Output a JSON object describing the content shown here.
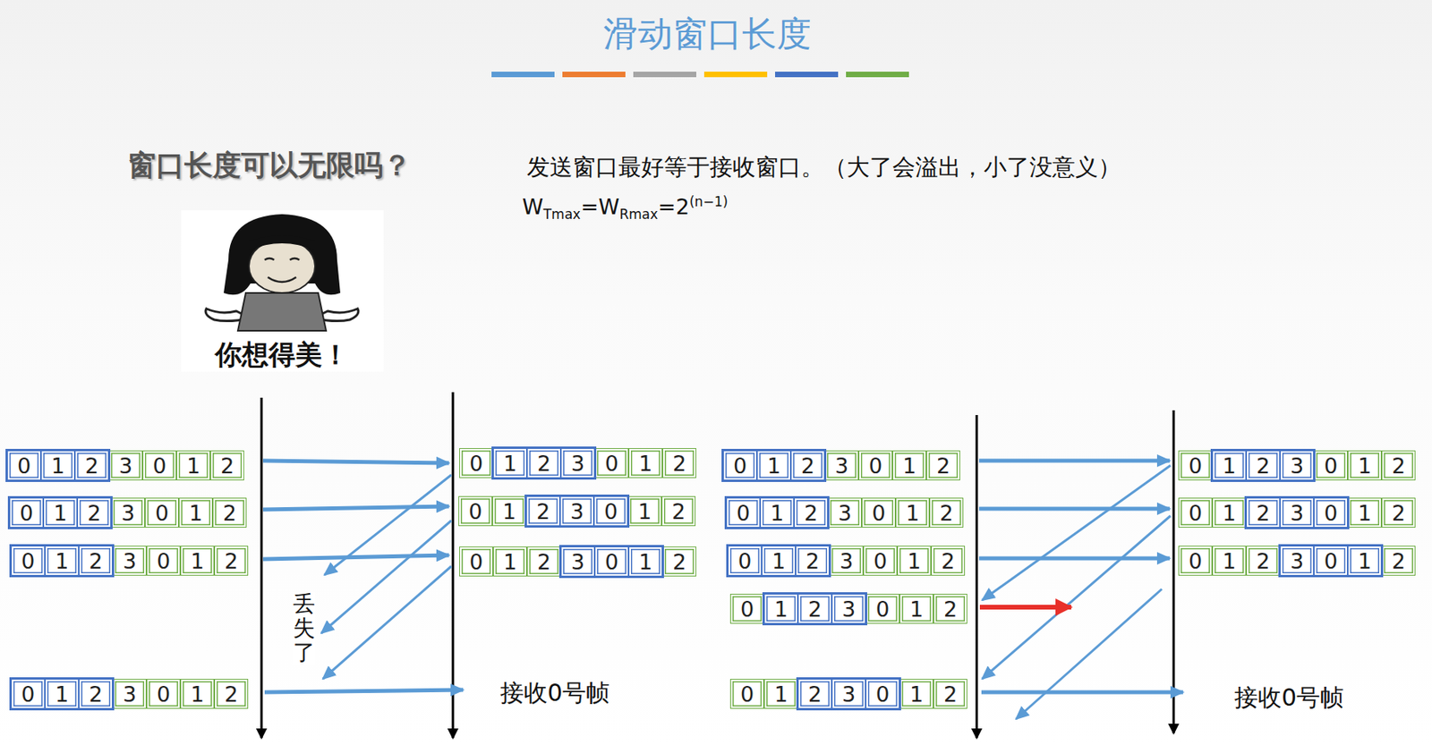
{
  "diagram": {
    "title": "滑动窗口长度",
    "nodes": [
      {
        "text": [
          "0"
        ]
      },
      {
        "text": [
          "1"
        ]
      },
      {
        "text": [
          "2"
        ]
      },
      {
        "text": [
          "3"
        ]
      },
      {
        "text": [
          "0"
        ]
      },
      {
        "text": [
          "1"
        ]
      },
      {
        "text": [
          "2"
        ]
      },
      {
        "text": [
          "0"
        ]
      },
      {
        "text": [
          "1"
        ]
      },
      {
        "text": [
          "2"
        ]
      },
      {
        "text": [
          "3"
        ]
      },
      {
        "text": [
          "0"
        ]
      },
      {
        "text": [
          "1"
        ]
      },
      {
        "text": [
          "2"
        ]
      },
      {
        "text": [
          "0"
        ]
      },
      {
        "text": [
          "1"
        ]
      },
      {
        "text": [
          "2"
        ]
      },
      {
        "text": [
          "3"
        ]
      },
      {
        "text": [
          "0"
        ]
      },
      {
        "text": [
          "1"
        ]
      },
      {
        "text": [
          "2"
        ]
      },
      {
        "text": [
          "0"
        ]
      },
      {
        "text": [
          "1"
        ]
      },
      {
        "text": [
          "2"
        ]
      },
      {
        "text": [
          "3"
        ]
      },
      {
        "text": [
          "0"
        ]
      },
      {
        "text": [
          "1"
        ]
      },
      {
        "text": [
          "2"
        ]
      },
      {
        "text": [
          "0"
        ]
      },
      {
        "text": [
          "1"
        ]
      },
      {
        "text": [
          "2"
        ]
      },
      {
        "text": [
          "3"
        ]
      },
      {
        "text": [
          "0"
        ]
      },
      {
        "text": [
          "1"
        ]
      },
      {
        "text": [
          "2"
        ]
      },
      {
        "text": [
          "0"
        ]
      },
      {
        "text": [
          "1"
        ]
      },
      {
        "text": [
          "2"
        ]
      },
      {
        "text": [
          "3"
        ]
      },
      {
        "text": [
          "0"
        ]
      },
      {
        "text": [
          "1"
        ]
      },
      {
        "text": [
          "2"
        ]
      },
      {
        "text": [
          "0"
        ]
      },
      {
        "text": [
          "1"
        ]
      },
      {
        "text": [
          "2"
        ]
      },
      {
        "text": [
          "3"
        ]
      },
      {
        "text": [
          "0"
        ]
      },
      {
        "text": [
          "1"
        ]
      },
      {
        "text": [
          "2"
        ]
      },
      {
        "text": [
          "0"
        ]
      },
      {
        "text": [
          "1"
        ]
      },
      {
        "text": [
          "2"
        ]
      },
      {
        "text": [
          "3"
        ]
      },
      {
        "text": [
          "0"
        ]
      },
      {
        "text": [
          "1"
        ]
      },
      {
        "text": [
          "2"
        ]
      },
      {
        "text": [
          "0"
        ]
      },
      {
        "text": [
          "1"
        ]
      },
      {
        "text": [
          "2"
        ]
      },
      {
        "text": [
          "3"
        ]
      },
      {
        "text": [
          "0"
        ]
      },
      {
        "text": [
          "1"
        ]
      },
      {
        "text": [
          "2"
        ]
      },
      {
        "text": [
          "0"
        ]
      },
      {
        "text": [
          "1"
        ]
      },
      {
        "text": [
          "2"
        ]
      },
      {
        "text": [
          "3"
        ]
      },
      {
        "text": [
          "0"
        ]
      },
      {
        "text": [
          "1"
        ]
      },
      {
        "text": [
          "2"
        ]
      },
      {
        "text": [
          "0"
        ]
      },
      {
        "text": [
          "1"
        ]
      },
      {
        "text": [
          "2"
        ]
      },
      {
        "text": [
          "3"
        ]
      },
      {
        "text": [
          "0"
        ]
      },
      {
        "text": [
          "1"
        ]
      },
      {
        "text": [
          "2"
        ]
      },
      {
        "text": [
          "0"
        ]
      },
      {
        "text": [
          "1"
        ]
      },
      {
        "text": [
          "2"
        ]
      },
      {
        "text": [
          "3"
        ]
      },
      {
        "text": [
          "0"
        ]
      },
      {
        "text": [
          "1"
        ]
      },
      {
        "text": [
          "2"
        ]
      },
      {
        "text": [
          "0"
        ]
      },
      {
        "text": [
          "1"
        ]
      },
      {
        "text": [
          "2"
        ]
      },
      {
        "text": [
          "3"
        ]
      },
      {
        "text": [
          "0"
        ]
      },
      {
        "text": [
          "1"
        ]
      },
      {
        "text": [
          "2"
        ]
      },
      {
        "text": [
          "0"
        ]
      },
      {
        "text": [
          "1"
        ]
      },
      {
        "text": [
          "2"
        ]
      },
      {
        "text": [
          "3"
        ]
      },
      {
        "text": [
          "0"
        ]
      },
      {
        "text": [
          "1"
        ]
      },
      {
        "text": [
          "2"
        ]
      },
      {
        "text": [
          "0"
        ]
      },
      {
        "text": [
          "1"
        ]
      },
      {
        "text": [
          "2"
        ]
      },
      {
        "text": [
          "3"
        ]
      },
      {
        "text": [
          "0"
        ]
      },
      {
        "text": [
          "1"
        ]
      },
      {
        "text": [
          "2"
        ]
      }
    ],
    "labels": [
      "窗口长度可以无限吗？",
      "发送窗口最好等于接收窗口。（大了会溢出，小了没意义）",
      "W",
      "Tmax",
      "=W",
      "Rmax",
      "=2",
      "(n−1)",
      "你想得美！",
      "丢失了",
      "接收0号帧",
      "接收0号帧"
    ]
  }
}
